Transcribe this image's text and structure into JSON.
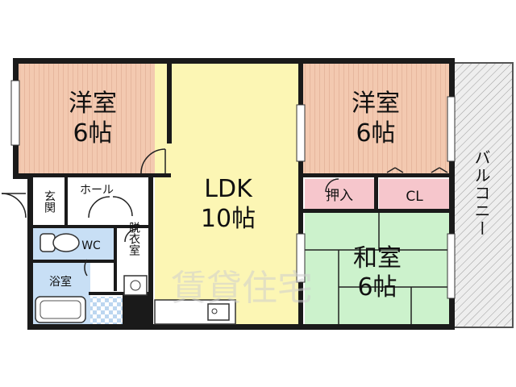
{
  "rooms": {
    "yoshitsu_left": {
      "name": "洋室",
      "size": "6帖",
      "color": "#f3c9b0"
    },
    "ldk": {
      "name": "LDK",
      "size": "10帖",
      "color": "#fcf6b4"
    },
    "yoshitsu_right": {
      "name": "洋室",
      "size": "6帖",
      "color": "#f3c9b0"
    },
    "washitsu": {
      "name": "和室",
      "size": "6帖",
      "color": "#ccf2cc"
    },
    "oshiire": {
      "name": "押入",
      "color": "#f6c6cc"
    },
    "closet": {
      "name": "CL",
      "color": "#f6c6cc"
    },
    "balcony": {
      "name": "バルコニー",
      "color": "#e0e0e0"
    },
    "genkan": {
      "name": "玄関"
    },
    "hall": {
      "name": "ホール"
    },
    "wc": {
      "name": "WC",
      "color": "#c8dff5"
    },
    "datsuishitsu": {
      "name": "脱衣室"
    },
    "yokushitsu": {
      "name": "浴室",
      "color": "#c8dff5"
    }
  },
  "watermark": "賃貸住宅"
}
